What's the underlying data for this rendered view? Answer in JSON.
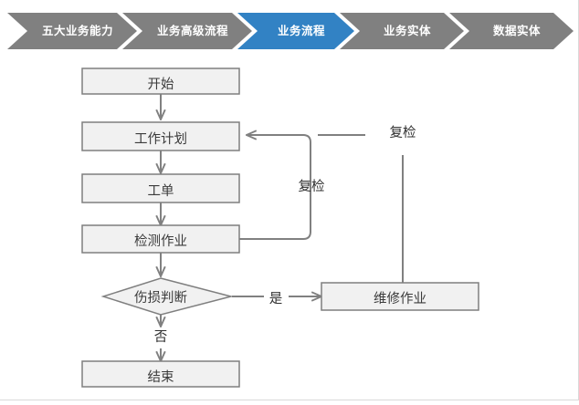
{
  "colors": {
    "background": "#ffffff",
    "crumb_inactive": "#808080",
    "crumb_active": "#3282C4",
    "crumb_text": "#ffffff",
    "node_fill": "#F1F1F1",
    "node_border": "#7F7F7F",
    "connector": "#808080",
    "text": "#3b3b3b"
  },
  "breadcrumb": {
    "items": [
      {
        "label": "五大业务能力",
        "active": false
      },
      {
        "label": "业务高级流程",
        "active": false
      },
      {
        "label": "业务流程",
        "active": true
      },
      {
        "label": "业务实体",
        "active": false
      },
      {
        "label": "数据实体",
        "active": false
      }
    ]
  },
  "flowchart": {
    "nodes": [
      {
        "id": "start",
        "label": "开始",
        "shape": "rect"
      },
      {
        "id": "work-plan",
        "label": "工作计划",
        "shape": "rect"
      },
      {
        "id": "work-order",
        "label": "工单",
        "shape": "rect"
      },
      {
        "id": "inspection",
        "label": "检测作业",
        "shape": "rect"
      },
      {
        "id": "decision",
        "label": "伤损判断",
        "shape": "diamond"
      },
      {
        "id": "repair",
        "label": "维修作业",
        "shape": "rect"
      },
      {
        "id": "end",
        "label": "结束",
        "shape": "rect"
      }
    ],
    "edge_labels": [
      {
        "id": "recheck-inner",
        "label": "复检"
      },
      {
        "id": "recheck-outer",
        "label": "复检"
      },
      {
        "id": "yes",
        "label": "是"
      },
      {
        "id": "no",
        "label": "否"
      }
    ]
  }
}
